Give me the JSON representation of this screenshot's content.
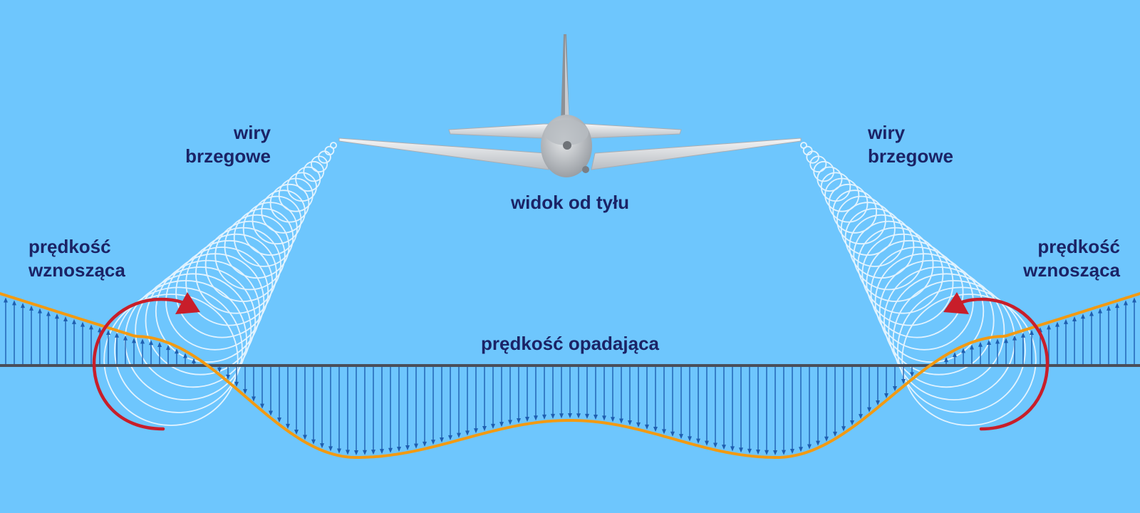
{
  "labels": {
    "vortex_left": [
      "wiry",
      "brzegowe"
    ],
    "vortex_right": [
      "wiry",
      "brzegowe"
    ],
    "rear_view": "widok od tyłu",
    "upwash_left": [
      "prędkość",
      "wznosząca"
    ],
    "upwash_right": [
      "prędkość",
      "wznosząca"
    ],
    "downwash": "prędkość opadająca"
  },
  "colors": {
    "sky": "#6ec6fd",
    "text": "#1b2366",
    "velocity_curve": "#f29a12",
    "velocity_arrows": "#1f5fb0",
    "baseline": "#4a4f5a",
    "rotation_arrow": "#c81e2a",
    "vortex_rings": "#e9f6ff",
    "aircraft": "#d3d5d8"
  },
  "icons": {
    "aircraft": "airplane-rear-view-icon",
    "vortex_left": "wingtip-vortex-spiral-icon",
    "vortex_right": "wingtip-vortex-spiral-icon",
    "rotation_left": "clockwise-rotation-arrow-icon",
    "rotation_right": "counterclockwise-rotation-arrow-icon"
  }
}
